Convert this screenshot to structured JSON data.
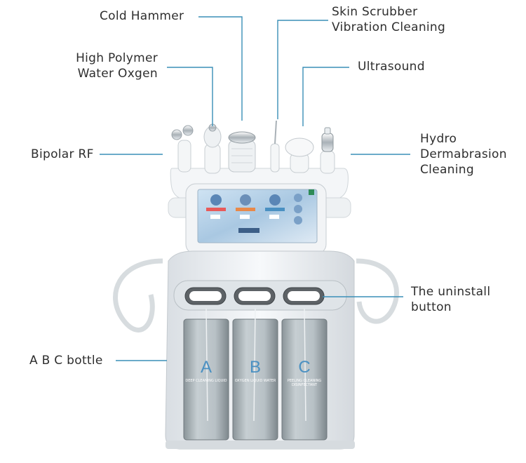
{
  "labels": {
    "cold_hammer": "Cold Hammer",
    "skin_scrubber": [
      "Skin Scrubber",
      "Vibration Cleaning"
    ],
    "high_polymer": [
      "High Polymer",
      "Water Oxgen"
    ],
    "ultrasound": "Ultrasound",
    "bipolar_rf": "Bipolar RF",
    "hydro_dermabrasion": [
      "Hydro",
      "Dermabrasion",
      "Cleaning"
    ],
    "uninstall_button": [
      "The uninstall",
      "button"
    ],
    "abc_bottle": "A B C bottle"
  },
  "bottles": [
    {
      "letter": "A",
      "caption": "DEEP CLEANING LIQUID"
    },
    {
      "letter": "B",
      "caption": "OXYGEN LIQUID WATER"
    },
    {
      "letter": "C",
      "caption": "PEELING CLEANING DISINFECTANT"
    }
  ],
  "colors": {
    "leader": "#3a8fb7",
    "device_body": "#eef1f4",
    "accent": "#4a90c2"
  }
}
